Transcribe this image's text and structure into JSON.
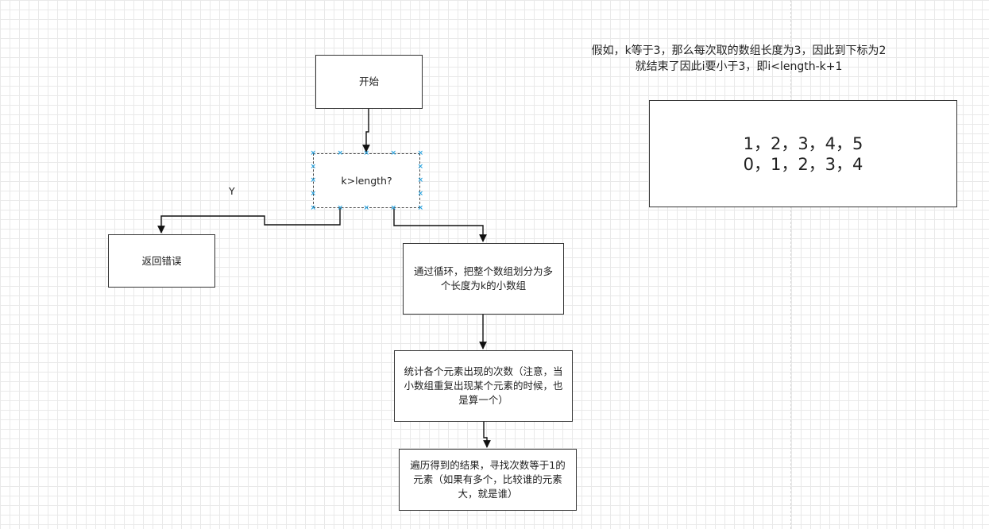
{
  "nodes": {
    "start": {
      "label": "开始"
    },
    "check": {
      "label": "k>length?"
    },
    "error": {
      "label": "返回错误"
    },
    "split": {
      "label": "通过循环，把整个数组划分为多个长度为k的小数组"
    },
    "count": {
      "label": "统计各个元素出现的次数（注意，当小数组重复出现某个元素的时候，也是算一个）"
    },
    "traverse": {
      "label": "遍历得到的结果，寻找次数等于1的元素（如果有多个，比较谁的元素大，就是谁）"
    }
  },
  "edges": {
    "yes_label": "Y"
  },
  "note": {
    "line1": "假如，k等于3，那么每次取的数组长度为3，因此到下标为2",
    "line2": "就结束了因此i要小于3，即i<length-k+1"
  },
  "array_example": {
    "values_row": "1，2，3，4，5",
    "index_row": "0，1，2，3，4"
  },
  "colors": {
    "line": "#111111",
    "border": "#333333",
    "selection_handle": "#29a3e0",
    "grid": "#e9e9e9"
  }
}
